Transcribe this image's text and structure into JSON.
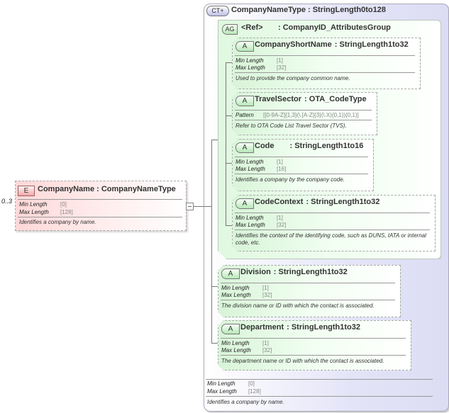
{
  "element": {
    "badge": "E",
    "name": "CompanyName",
    "type": ": CompanyNameType",
    "cardinality": "0..3",
    "facets": [
      {
        "label": "Min Length",
        "value": "[0]"
      },
      {
        "label": "Max Length",
        "value": "[128]"
      }
    ],
    "description": "Identifies a company by name."
  },
  "complex_type": {
    "badge": "CT+",
    "name": "CompanyNameType",
    "type": ": StringLength0to128",
    "facets": [
      {
        "label": "Min Length",
        "value": "[0]"
      },
      {
        "label": "Max Length",
        "value": "[128]"
      }
    ],
    "description": "Identifies a company by name."
  },
  "attribute_group": {
    "badge": "AG",
    "name": "<Ref>",
    "type": ": CompanyID_AttributesGroup"
  },
  "attributes": [
    {
      "badge": "A",
      "name": "CompanyShortName",
      "type": ": StringLength1to32",
      "facets": [
        {
          "label": "Min Length",
          "value": "[1]"
        },
        {
          "label": "Max Length",
          "value": "[32]"
        }
      ],
      "description": "Used to provide the company common name."
    },
    {
      "badge": "A",
      "name": "TravelSector",
      "type": ": OTA_CodeType",
      "facets": [
        {
          "label": "Pattern",
          "value": "[[0-9A-Z]{1,3}(\\.[A-Z]{3}(\\.X){0,1}){0,1}]"
        }
      ],
      "description": "Refer to OTA Code List Travel Sector (TVS)."
    },
    {
      "badge": "A",
      "name": "Code",
      "type": ": StringLength1to16",
      "facets": [
        {
          "label": "Min Length",
          "value": "[1]"
        },
        {
          "label": "Max Length",
          "value": "[16]"
        }
      ],
      "description": "Identifies a company by the company code."
    },
    {
      "badge": "A",
      "name": "CodeContext",
      "type": ": StringLength1to32",
      "facets": [
        {
          "label": "Min Length",
          "value": "[1]"
        },
        {
          "label": "Max Length",
          "value": "[32]"
        }
      ],
      "description": "Identifies the context of the identifying code, such as DUNS, IATA or internal code, etc."
    },
    {
      "badge": "A",
      "name": "Division",
      "type": ": StringLength1to32",
      "facets": [
        {
          "label": "Min Length",
          "value": "[1]"
        },
        {
          "label": "Max Length",
          "value": "[32]"
        }
      ],
      "description": "The division name or ID with which the contact is associated."
    },
    {
      "badge": "A",
      "name": "Department",
      "type": ": StringLength1to32",
      "facets": [
        {
          "label": "Min Length",
          "value": "[1]"
        },
        {
          "label": "Max Length",
          "value": "[32]"
        }
      ],
      "description": "The department name or ID with which the contact is associated."
    }
  ]
}
